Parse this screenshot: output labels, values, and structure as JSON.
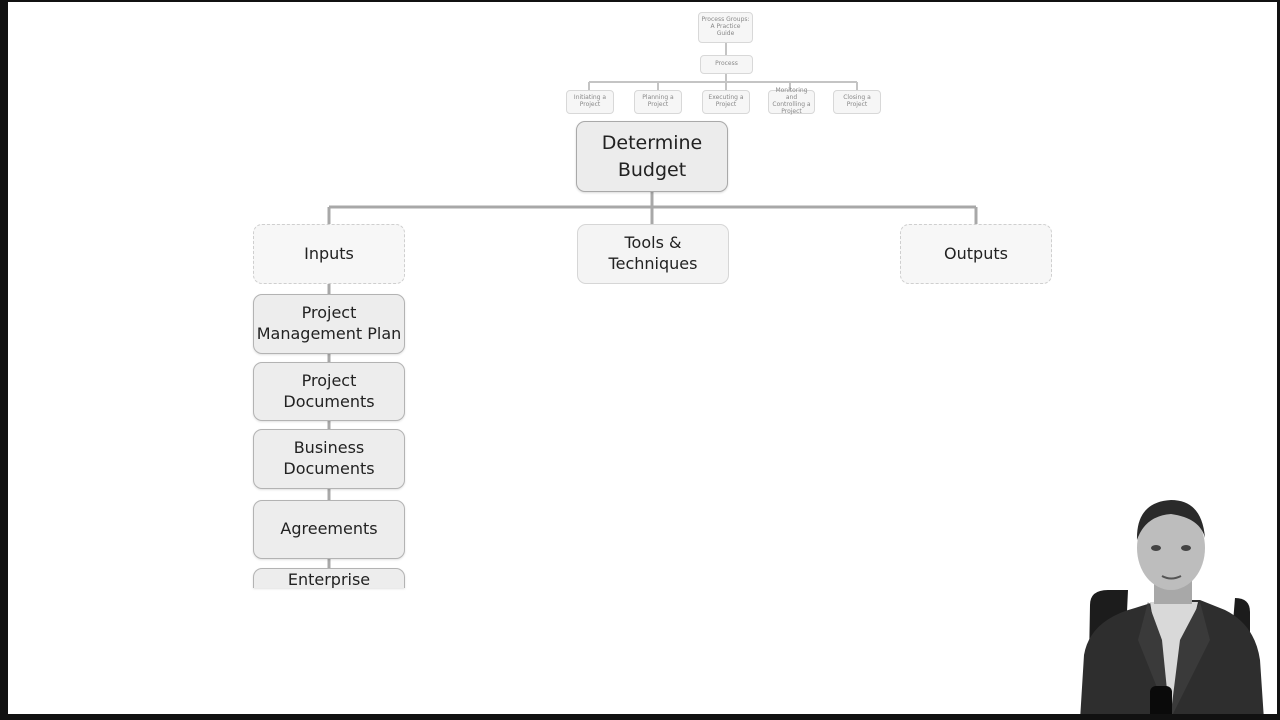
{
  "diagram": {
    "top": {
      "reference_guide": "Process Groups:\nA Practice\nGuide",
      "process": "Process",
      "process_groups": [
        "Initiating a Project",
        "Planning a Project",
        "Executing a\nProject",
        "Monitoring and\nControlling a\nProject",
        "Closing a Project"
      ]
    },
    "process_title": "Determine\nBudget",
    "categories": {
      "inputs": "Inputs",
      "tools": "Tools &\nTechniques",
      "outputs": "Outputs"
    },
    "inputs": [
      "Project\nManagement Plan",
      "Project\nDocuments",
      "Business\nDocuments",
      "Agreements",
      "Enterprise"
    ]
  },
  "colors": {
    "background": "#ffffff",
    "frame": "#111111",
    "connector": "#a8a8a8",
    "box_fill": "#ededed",
    "box_border": "#b3b3b3"
  }
}
